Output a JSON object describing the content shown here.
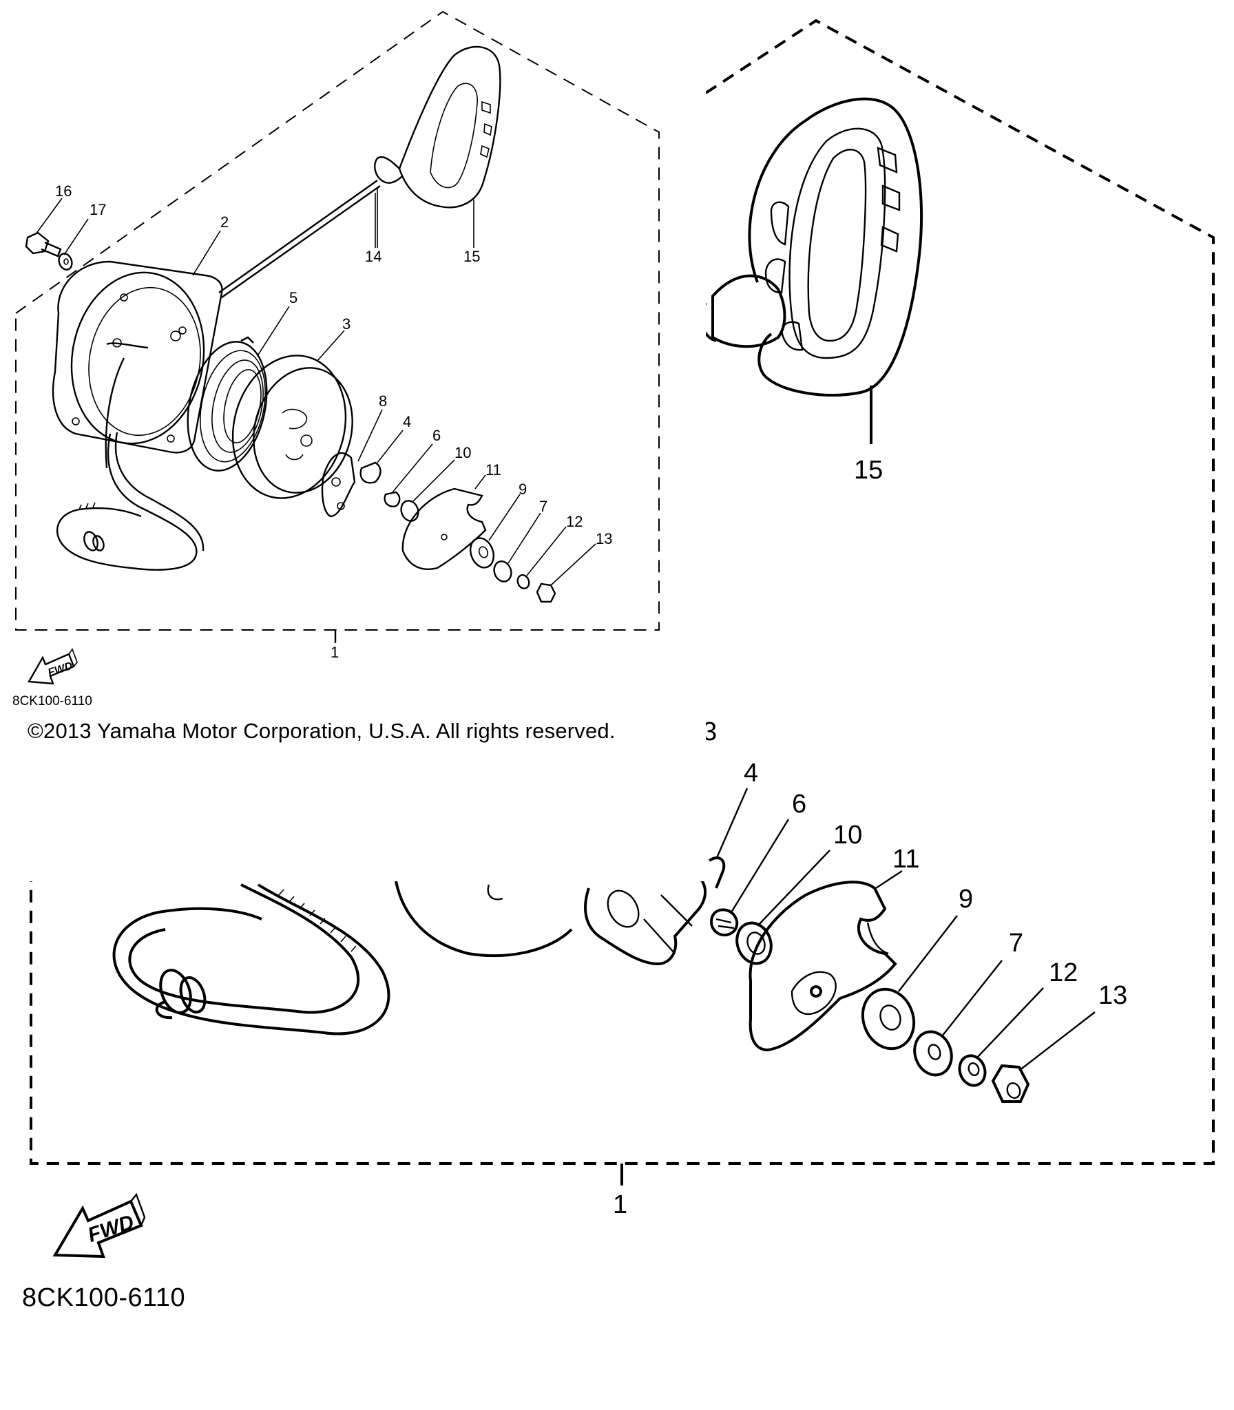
{
  "diagram": {
    "inset": {
      "callouts": [
        "1",
        "2",
        "3",
        "4",
        "5",
        "6",
        "7",
        "8",
        "9",
        "10",
        "11",
        "12",
        "13",
        "14",
        "15",
        "16",
        "17"
      ],
      "fwd_label": "FWD",
      "code": "8CK100-6110"
    },
    "copyright": "©2013 Yamaha Motor Corporation, U.S.A. All rights reserved.",
    "enlarged": {
      "callouts": {
        "c15": "15",
        "c3": "3",
        "c4": "4",
        "c6": "6",
        "c10": "10",
        "c11": "11",
        "c9": "9",
        "c7": "7",
        "c12": "12",
        "c13": "13",
        "c1": "1"
      },
      "fwd_label": "FWD",
      "code": "8CK100-6110"
    }
  }
}
